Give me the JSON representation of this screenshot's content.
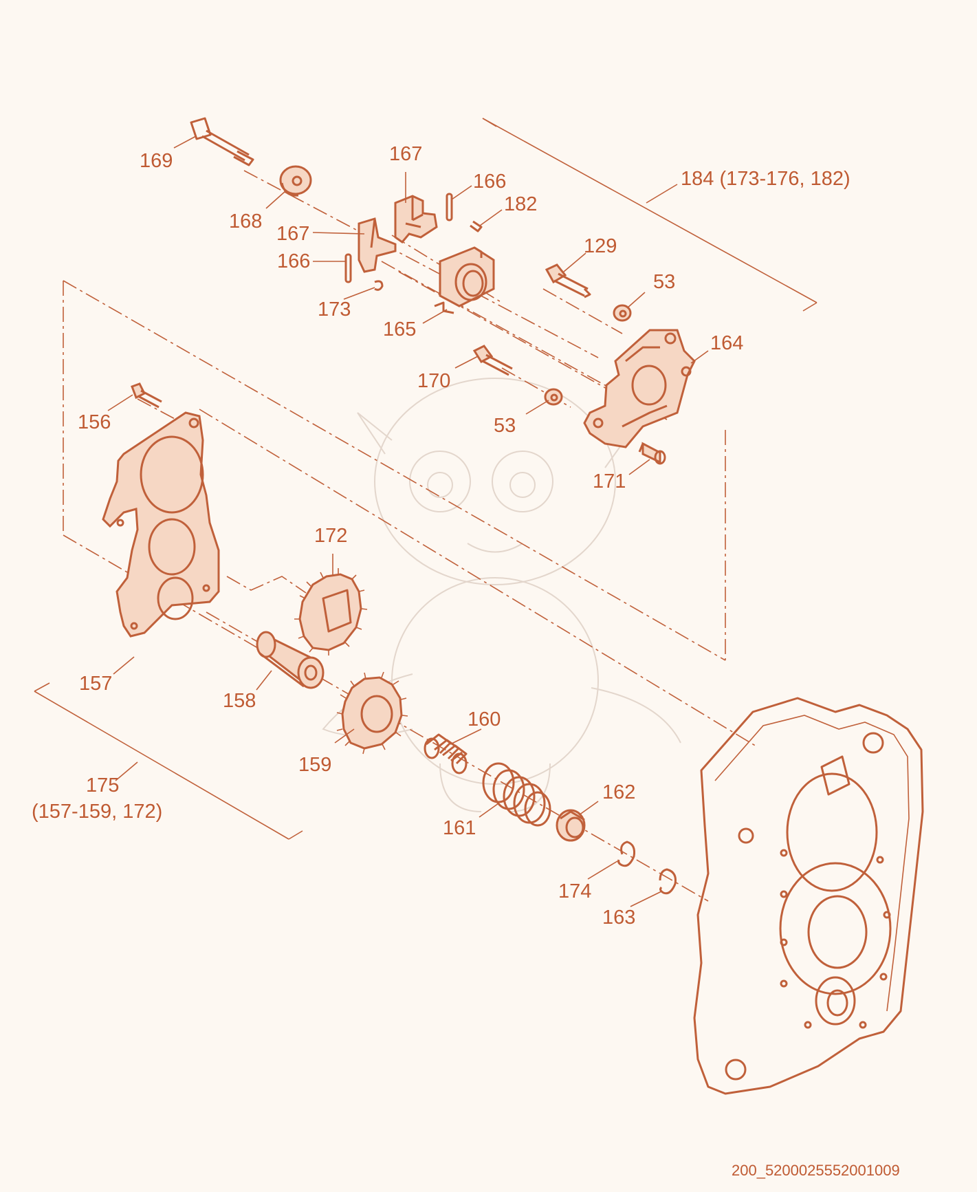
{
  "diagram": {
    "type": "exploded-parts-view",
    "colors": {
      "line": "#c0603a",
      "fill": "#f6d7c4",
      "background": "#fdf8f2",
      "watermark": "#e3d6cc"
    },
    "callouts": [
      {
        "id": "c169",
        "text": "169"
      },
      {
        "id": "c168",
        "text": "168"
      },
      {
        "id": "c167a",
        "text": "167"
      },
      {
        "id": "c166a",
        "text": "166"
      },
      {
        "id": "c182",
        "text": "182"
      },
      {
        "id": "c167b",
        "text": "167"
      },
      {
        "id": "c166b",
        "text": "166"
      },
      {
        "id": "c173",
        "text": "173"
      },
      {
        "id": "c165",
        "text": "165"
      },
      {
        "id": "c129",
        "text": "129"
      },
      {
        "id": "c53a",
        "text": "53"
      },
      {
        "id": "c164",
        "text": "164"
      },
      {
        "id": "c170",
        "text": "170"
      },
      {
        "id": "c53b",
        "text": "53"
      },
      {
        "id": "c171",
        "text": "171"
      },
      {
        "id": "c156",
        "text": "156"
      },
      {
        "id": "c172",
        "text": "172"
      },
      {
        "id": "c157",
        "text": "157"
      },
      {
        "id": "c158",
        "text": "158"
      },
      {
        "id": "c159",
        "text": "159"
      },
      {
        "id": "c160",
        "text": "160"
      },
      {
        "id": "c161",
        "text": "161"
      },
      {
        "id": "c162",
        "text": "162"
      },
      {
        "id": "c174",
        "text": "174"
      },
      {
        "id": "c163",
        "text": "163"
      }
    ],
    "assemblies": [
      {
        "id": "a184",
        "text": "184 (173-176, 182)"
      },
      {
        "id": "a175_line1",
        "text": "175"
      },
      {
        "id": "a175_line2",
        "text": "(157-159, 172)"
      }
    ],
    "reference_code": "200_5200025552001009"
  }
}
